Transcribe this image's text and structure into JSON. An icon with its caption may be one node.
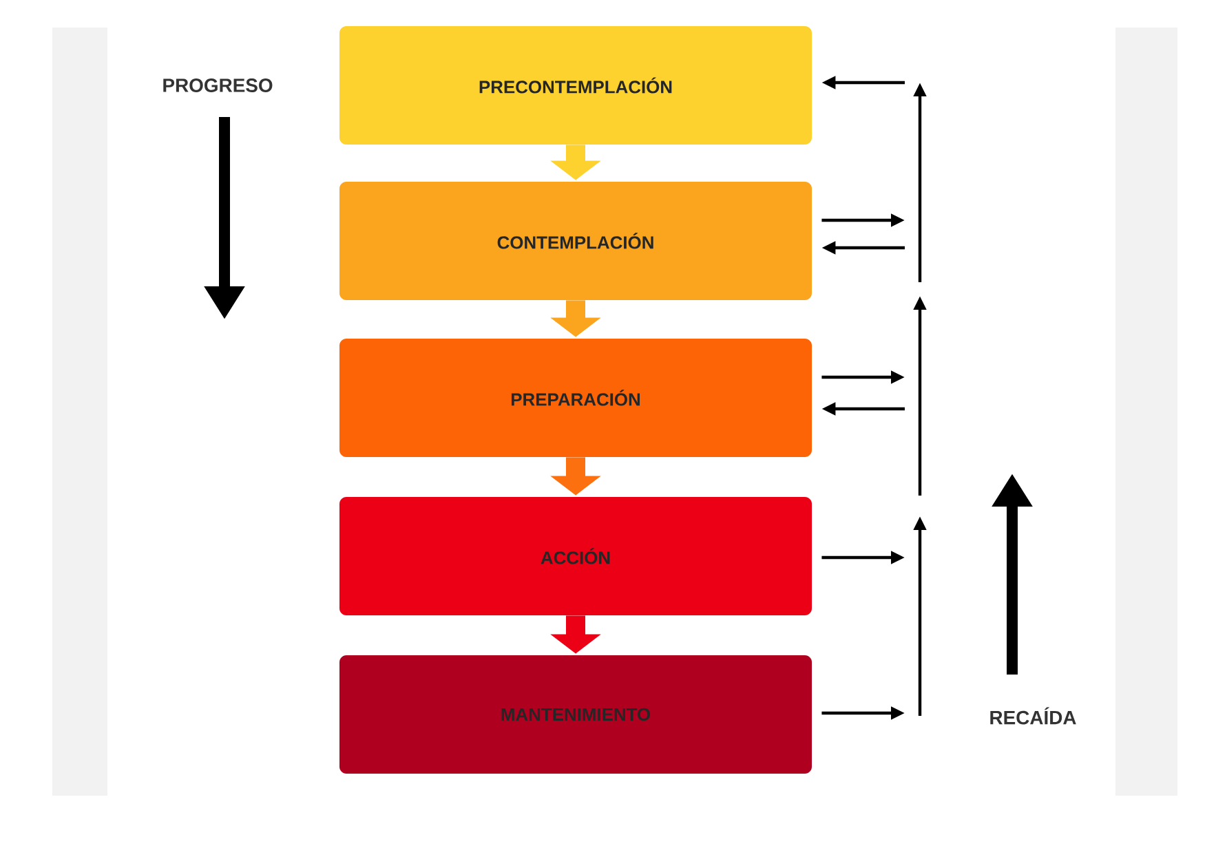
{
  "diagram": {
    "nodes": [
      {
        "text": [
          "PRECONTEMPLACIÓN"
        ]
      },
      {
        "text": [
          "CONTEMPLACIÓN"
        ]
      },
      {
        "text": [
          "PREPARACIÓN"
        ]
      },
      {
        "text": [
          "ACCIÓN"
        ]
      },
      {
        "text": [
          "MANTENIMIENTO"
        ]
      }
    ],
    "edges": [
      {
        "from": 0,
        "to": 1,
        "arrow": "to",
        "style": "thick",
        "color": "#fdd22f"
      },
      {
        "from": 1,
        "to": 2,
        "arrow": "to",
        "style": "thick",
        "color": "#fba51f"
      },
      {
        "from": 2,
        "to": 3,
        "arrow": "to",
        "style": "thick",
        "color": "#fd7010"
      },
      {
        "from": 3,
        "to": 4,
        "arrow": "to",
        "style": "thick",
        "color": "#ec0016"
      },
      {
        "from": null,
        "to": 0,
        "arrow": "to"
      },
      {
        "from": 1,
        "to": null,
        "arrow": "to"
      },
      {
        "from": null,
        "to": 1,
        "arrow": "to"
      },
      {
        "from": 2,
        "to": null,
        "arrow": "to"
      },
      {
        "from": null,
        "to": 2,
        "arrow": "to"
      },
      {
        "from": 3,
        "to": null,
        "arrow": "to"
      },
      {
        "from": 4,
        "to": null,
        "arrow": "to"
      }
    ],
    "labels": [
      "PROGRESO",
      "RECAÍDA"
    ]
  }
}
